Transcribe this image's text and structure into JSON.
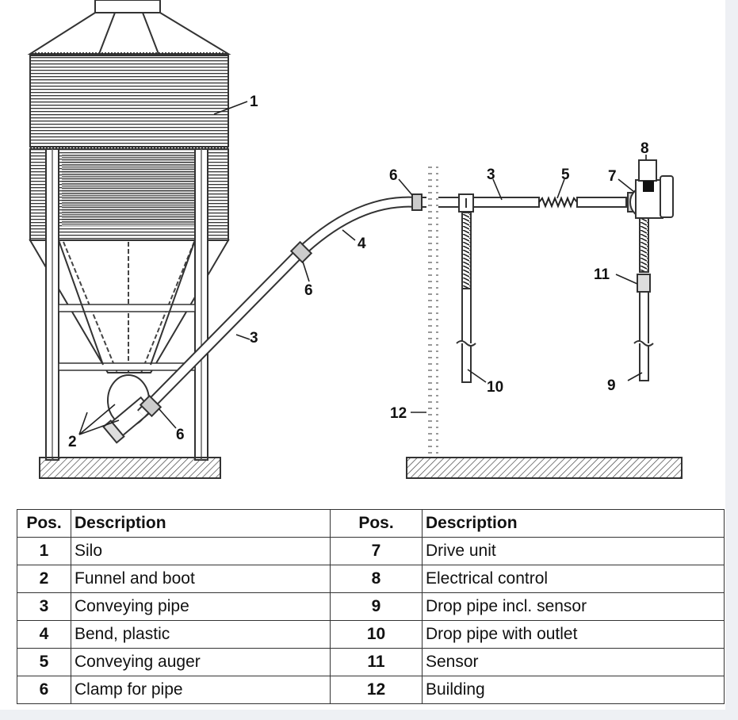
{
  "callouts": {
    "silo": "1",
    "funnel": "2",
    "pipe_left": "3",
    "pipe_top": "3",
    "bend": "4",
    "auger": "5",
    "clamp_mid": "6",
    "clamp_low": "6",
    "clamp_top": "6",
    "drive": "7",
    "control": "8",
    "drop_sensor": "9",
    "drop_outlet": "10",
    "sensor": "11",
    "building": "12"
  },
  "table": {
    "headers": [
      "Pos.",
      "Description",
      "Pos.",
      "Description"
    ],
    "rows": [
      [
        "1",
        "Silo",
        "7",
        "Drive unit"
      ],
      [
        "2",
        "Funnel and boot",
        "8",
        "Electrical control"
      ],
      [
        "3",
        "Conveying pipe",
        "9",
        "Drop pipe incl. sensor"
      ],
      [
        "4",
        "Bend, plastic",
        "10",
        "Drop pipe with outlet"
      ],
      [
        "5",
        "Conveying auger",
        "11",
        "Sensor"
      ],
      [
        "6",
        "Clamp for pipe",
        "12",
        "Building"
      ]
    ]
  }
}
